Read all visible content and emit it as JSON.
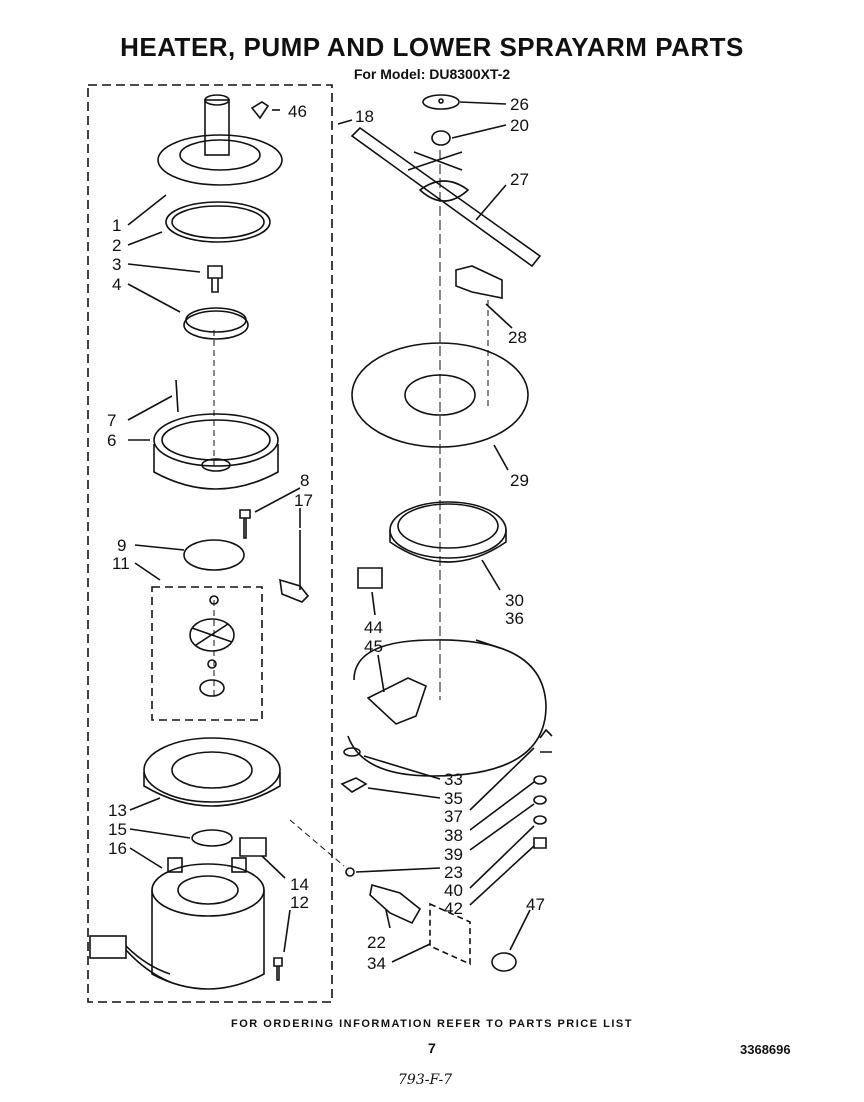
{
  "title": "HEATER, PUMP AND LOWER SPRAYARM PARTS",
  "subtitle": "For Model: DU8300XT-2",
  "footer_note": "FOR ORDERING INFORMATION REFER TO PARTS PRICE LIST",
  "page_number": "7",
  "document_number": "3368696",
  "handwritten_code": "793-F-7",
  "callouts": {
    "c1": "1",
    "c2": "2",
    "c3": "3",
    "c4": "4",
    "c6": "6",
    "c7": "7",
    "c8": "8",
    "c9": "9",
    "c11": "11",
    "c12": "12",
    "c13": "13",
    "c14": "14",
    "c15": "15",
    "c16": "16",
    "c17": "17",
    "c18": "18",
    "c20": "20",
    "c22": "22",
    "c23": "23",
    "c26": "26",
    "c27": "27",
    "c28": "28",
    "c29": "29",
    "c30": "30",
    "c33": "33",
    "c34": "34",
    "c35": "35",
    "c36": "36",
    "c37": "37",
    "c38": "38",
    "c39": "39",
    "c40": "40",
    "c42": "42",
    "c44": "44",
    "c45": "45",
    "c46": "46",
    "c47": "47"
  }
}
